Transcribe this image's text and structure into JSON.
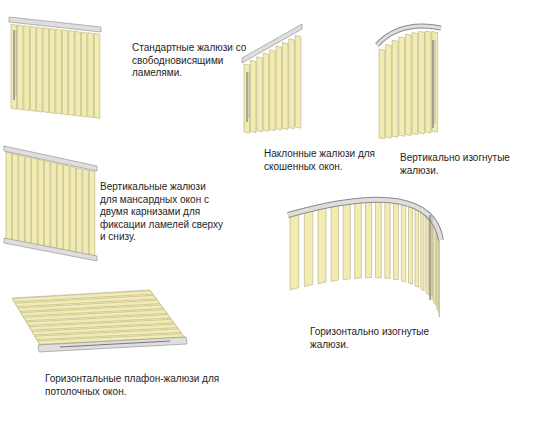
{
  "diagram": {
    "labels": [
      "Стандартные жалюзи со свободновисящими ламелями.",
      "Наклонные жалюзи для скошенных окон.",
      "Вертикально изогнутые жалюзи.",
      "Вертикальные жалюзи для мансардных окон с двумя карнизами для фиксации ламелей сверху и снизу.",
      "Горизонтально изогнутые жалюзи.",
      "Горизонтальные плафон-жалюзи для потолочных окон."
    ]
  }
}
